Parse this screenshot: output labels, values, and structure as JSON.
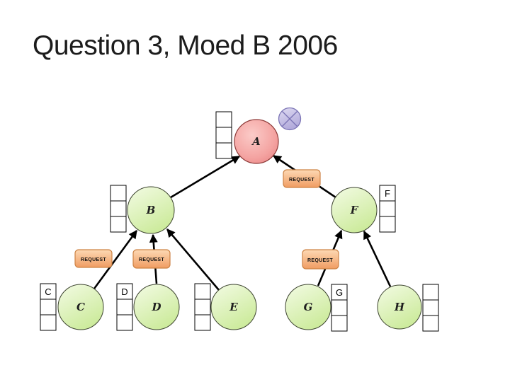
{
  "slide": {
    "title": "Question 3, Moed B 2006"
  },
  "diagram": {
    "request_label": "REQUEST",
    "token_icon": "crossed-circle",
    "nodes": [
      {
        "id": "A",
        "label": "A",
        "queue": [
          "",
          "",
          ""
        ],
        "queue_side": "left",
        "role": "root"
      },
      {
        "id": "B",
        "label": "B",
        "queue": [
          "",
          "",
          ""
        ],
        "queue_side": "left",
        "role": "child"
      },
      {
        "id": "C",
        "label": "C",
        "queue": [
          "C",
          "",
          ""
        ],
        "queue_side": "left",
        "role": "leaf"
      },
      {
        "id": "D",
        "label": "D",
        "queue": [
          "D",
          "",
          ""
        ],
        "queue_side": "left",
        "role": "leaf"
      },
      {
        "id": "E",
        "label": "E",
        "queue": [
          "",
          "",
          ""
        ],
        "queue_side": "left",
        "role": "leaf"
      },
      {
        "id": "F",
        "label": "F",
        "queue": [
          "F",
          "",
          ""
        ],
        "queue_side": "right",
        "role": "child"
      },
      {
        "id": "G",
        "label": "G",
        "queue": [
          "G",
          "",
          ""
        ],
        "queue_side": "right",
        "role": "leaf"
      },
      {
        "id": "H",
        "label": "H",
        "queue": [
          "",
          "",
          ""
        ],
        "queue_side": "right",
        "role": "leaf"
      }
    ],
    "edges": [
      {
        "from": "B",
        "to": "A",
        "label": ""
      },
      {
        "from": "F",
        "to": "A",
        "label": "REQUEST"
      },
      {
        "from": "C",
        "to": "B",
        "label": "REQUEST"
      },
      {
        "from": "D",
        "to": "B",
        "label": "REQUEST"
      },
      {
        "from": "E",
        "to": "B",
        "label": ""
      },
      {
        "from": "G",
        "to": "F",
        "label": "REQUEST"
      },
      {
        "from": "H",
        "to": "F",
        "label": ""
      }
    ],
    "colors": {
      "root_node_fill": "#f0948f",
      "child_node_fill": "#d9efac",
      "node_border": "#3d4430",
      "root_border": "#8d3a38",
      "request_fill": "#f6ad76",
      "request_border": "#cd8345",
      "token_fill": "#c5bfe4",
      "token_border": "#7b74b5",
      "edge": "#000000",
      "title": "#1c1c1c",
      "background": "#ffffff"
    }
  }
}
